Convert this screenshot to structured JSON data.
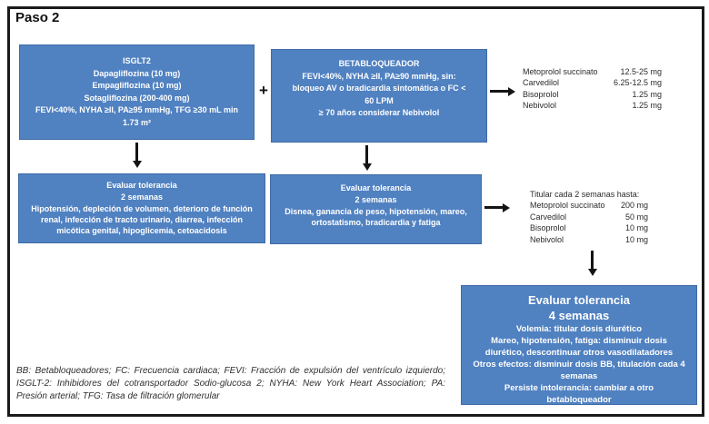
{
  "page_title": "Paso 2",
  "plus_sign": "+",
  "colors": {
    "box_fill": "#5081c1",
    "box_border": "#3e6ba6",
    "box_text": "#ffffff",
    "frame_border": "#1a1a1a",
    "arrow": "#141414",
    "list_text": "#2b2b2b"
  },
  "boxes": {
    "isglt2": {
      "lines": [
        "ISGLT2",
        "Dapagliflozina (10 mg)",
        "Empagliflozina (10 mg)",
        "Sotagliflozina (200-400 mg)",
        "FEVI<40%, NYHA ≥II, PA≥95 mmHg, TFG ≥30 mL min",
        "1.73 m²"
      ]
    },
    "betabloqueador": {
      "lines": [
        "BETABLOQUEADOR",
        "FEVI<40%, NYHA ≥II, PA≥90 mmHg, sin:",
        "bloqueo AV o bradicardia sintomática o FC <",
        "60 LPM",
        "≥ 70 años considerar Nebivolol"
      ]
    },
    "tolerancia_isglt2": {
      "title": "Evaluar tolerancia",
      "subtitle": "2 semanas",
      "body": "Hipotensión, depleción de volumen, deterioro de función renal, infección de tracto urinario, diarrea, infección micótica genital, hipoglicemia, cetoacidosis"
    },
    "tolerancia_bb": {
      "title": "Evaluar tolerancia",
      "subtitle": "2 semanas",
      "body": "Disnea, ganancia de peso, hipotensión, mareo, ortostatismo, bradicardia y fatiga"
    },
    "tolerancia_4sem": {
      "title": "Evaluar tolerancia",
      "subtitle": "4 semanas",
      "lines": [
        "Volemia: titular dosis diurético",
        "Mareo, hipotensión, fatiga: disminuir dosis diurético, descontinuar otros vasodilatadores",
        "Otros efectos: disminuir dosis BB, titulación cada 4 semanas",
        "Persiste intolerancia: cambiar a otro betabloqueador"
      ]
    }
  },
  "dose_tables": {
    "initial": {
      "rows": [
        {
          "drug": "Metoprolol succinato",
          "dose": "12.5-25 mg"
        },
        {
          "drug": "Carvedilol",
          "dose": "6.25-12.5 mg"
        },
        {
          "drug": "Bisoprolol",
          "dose": "1.25 mg"
        },
        {
          "drug": "Nebivolol",
          "dose": "1.25 mg"
        }
      ]
    },
    "titration": {
      "heading": "Titular cada 2 semanas hasta:",
      "rows": [
        {
          "drug": "Metoprolol succinato",
          "dose": "200 mg"
        },
        {
          "drug": "Carvedilol",
          "dose": "50 mg"
        },
        {
          "drug": "Bisoprolol",
          "dose": "10 mg"
        },
        {
          "drug": "Nebivolol",
          "dose": "10 mg"
        }
      ]
    }
  },
  "footnote": "BB: Betabloqueadores; FC: Frecuencia cardiaca; FEVI: Fracción de expulsión del ventrículo izquierdo; ISGLT-2: Inhibidores del cotransportador Sodio-glucosa 2; NYHA: New York Heart Association; PA: Presión arterial; TFG: Tasa de filtración glomerular"
}
